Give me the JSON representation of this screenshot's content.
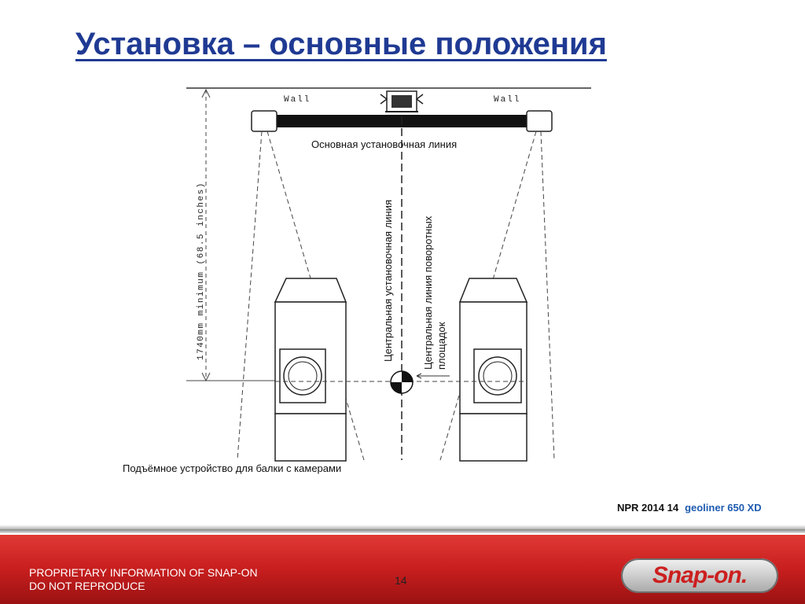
{
  "slide": {
    "title": "Установка – основные положения",
    "page_number": "14"
  },
  "diagram": {
    "wall_left": "Wall",
    "wall_right": "Wall",
    "dimension": "1740mm minimum (68.5 inches)",
    "main_line": "Основная установочная линия",
    "center_line": "Центральная установочная линия",
    "turntable_line_1": "Центральная  линия поворотных",
    "turntable_line_2": "площадок",
    "lift_label": "Подъёмное устройство для балки  с камерами"
  },
  "meta": {
    "npr": "NPR 2014 14",
    "product": "geoliner 650 XD"
  },
  "footer": {
    "line1": "PROPRIETARY INFORMATION OF SNAP-ON",
    "line2": "DO NOT REPRODUCE",
    "logo": "Snap-on."
  },
  "colors": {
    "title": "#1f3a93",
    "product": "#1f5bb0",
    "footer": "#c81e1e"
  }
}
